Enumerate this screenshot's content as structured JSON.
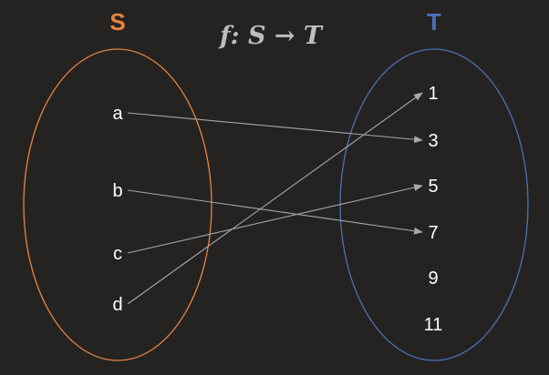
{
  "sets": {
    "domain": {
      "name": "S",
      "elements": [
        "a",
        "b",
        "c",
        "d"
      ]
    },
    "codomain": {
      "name": "T",
      "elements": [
        "1",
        "3",
        "5",
        "7",
        "9",
        "11"
      ]
    }
  },
  "function_label": "f: S → T",
  "mapping": [
    {
      "from": "a",
      "to": "3"
    },
    {
      "from": "b",
      "to": "7"
    },
    {
      "from": "c",
      "to": "5"
    },
    {
      "from": "d",
      "to": "1"
    }
  ],
  "colors": {
    "background": "#252322",
    "domain": "#e6843e",
    "codomain": "#4a72b8",
    "arrow": "#a8a8a8",
    "text": "#ffffff",
    "label": "#bdbdbd"
  }
}
